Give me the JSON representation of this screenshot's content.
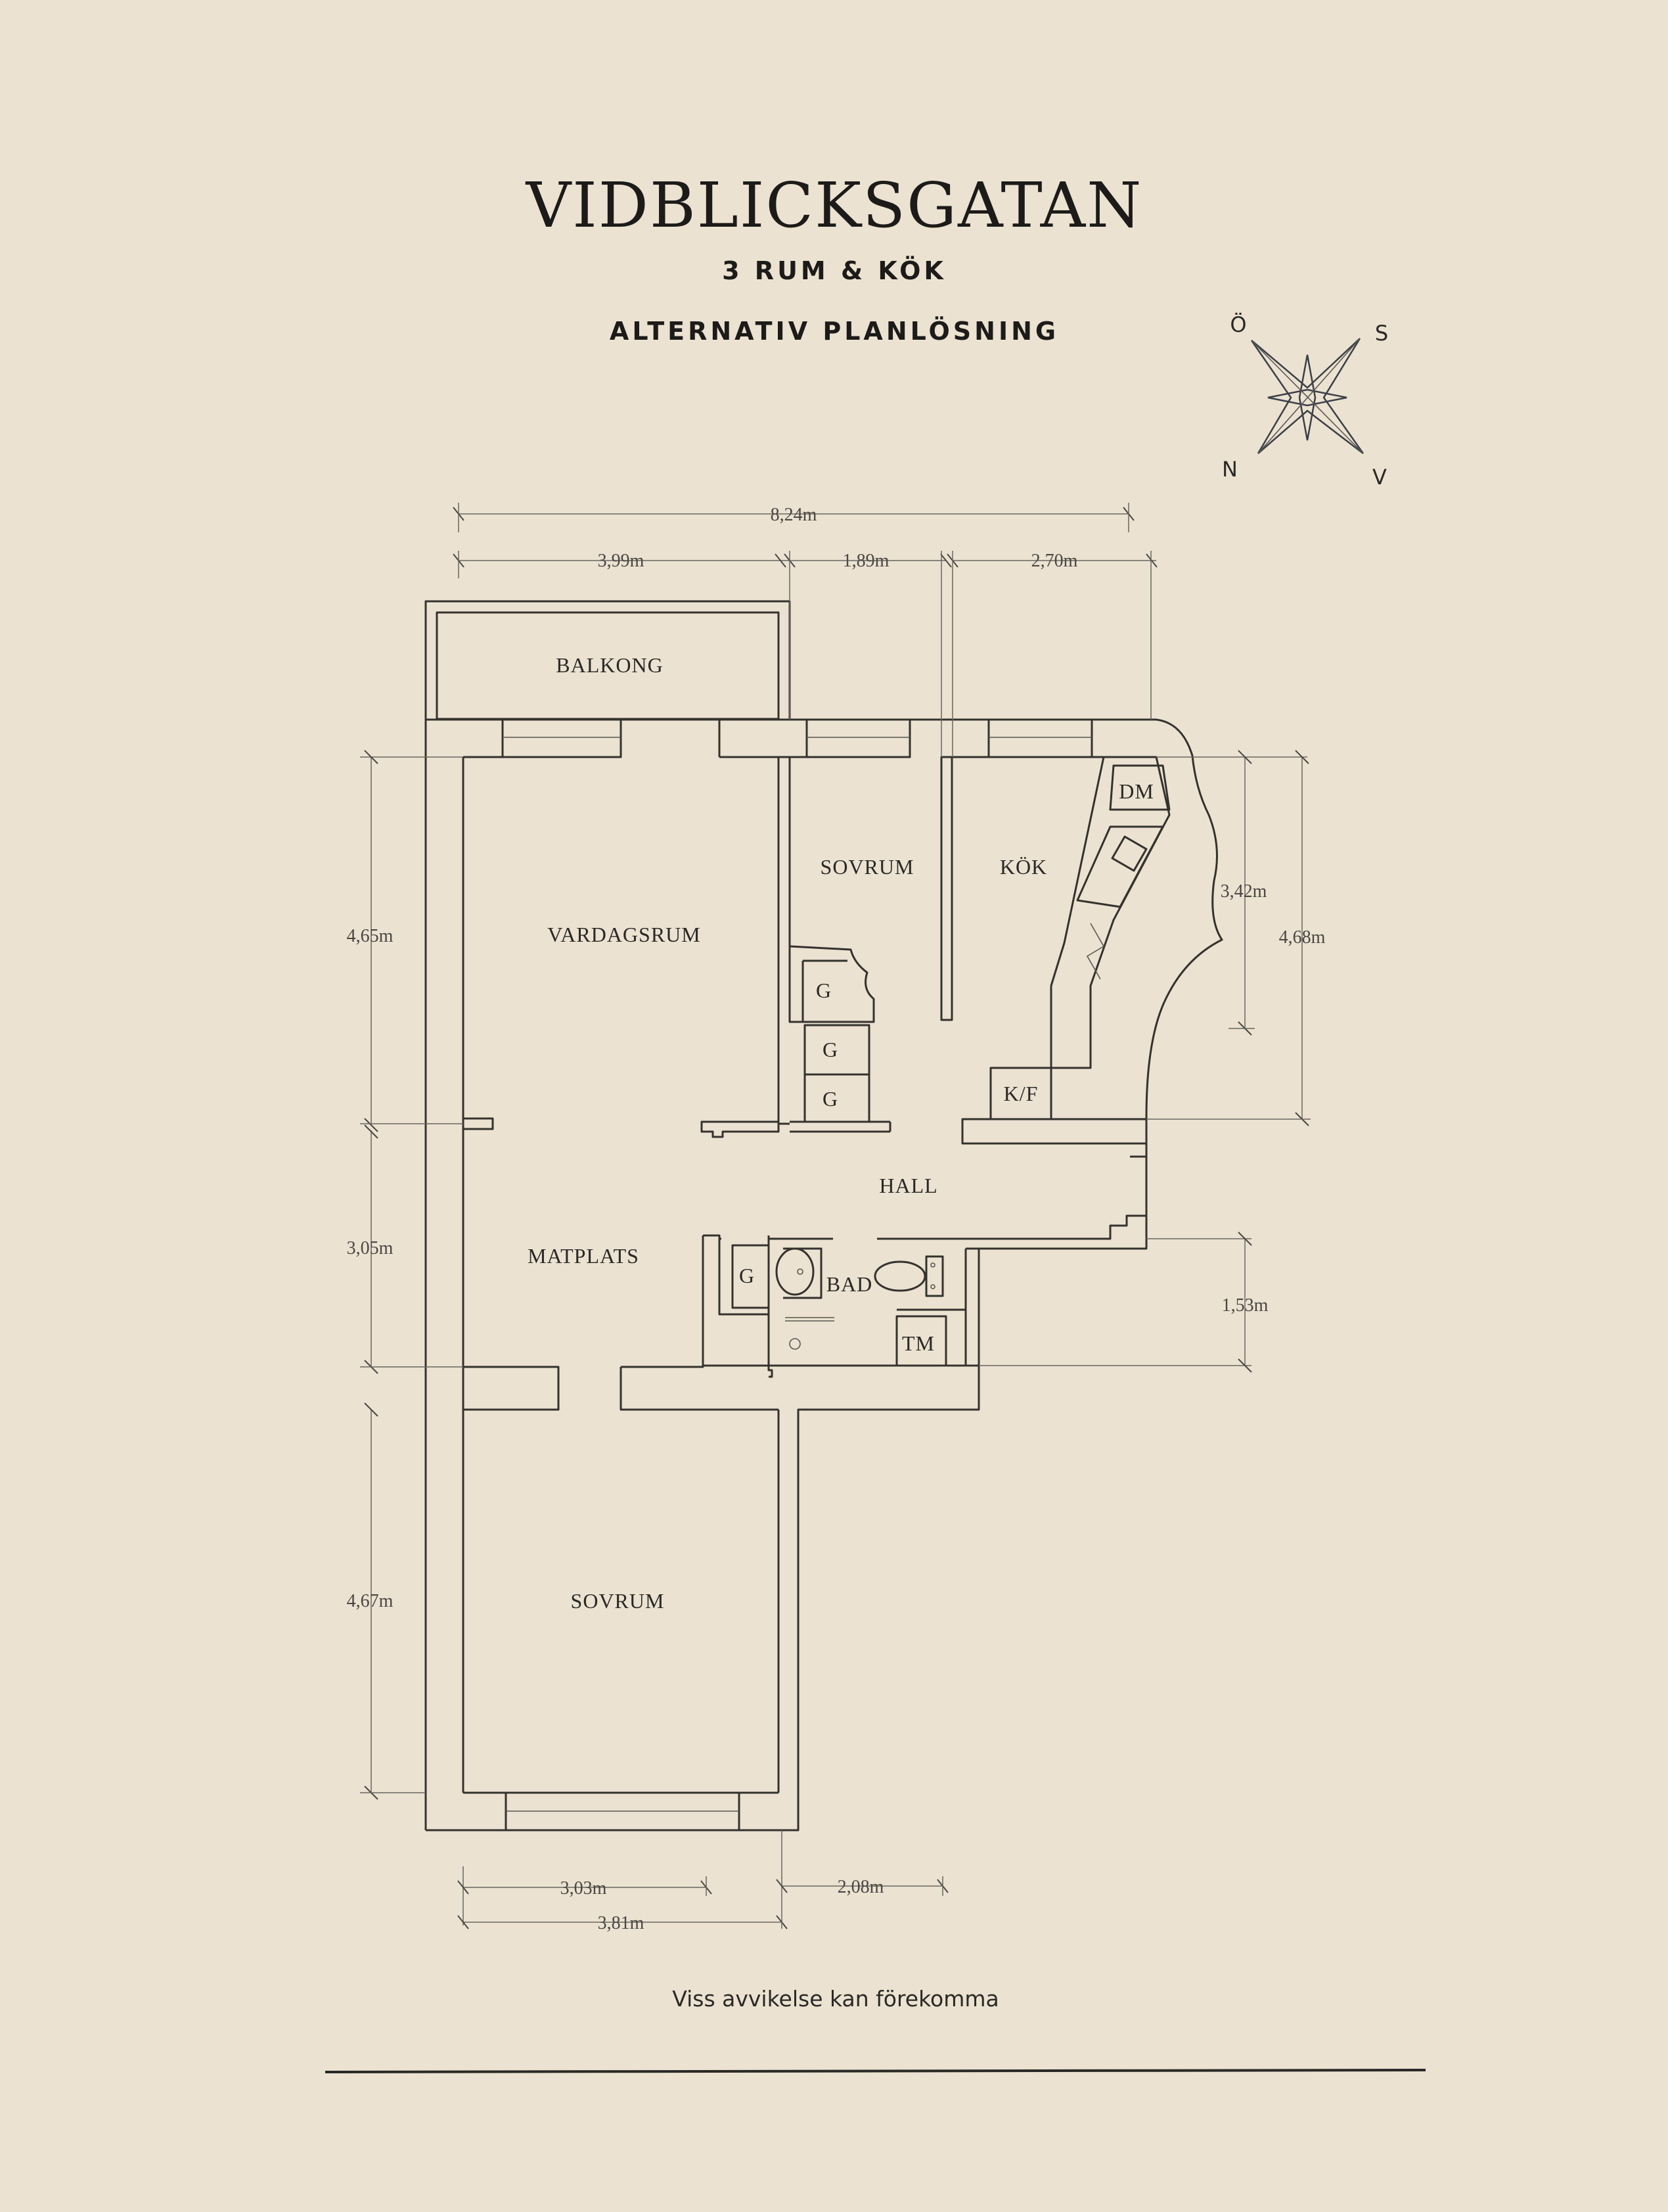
{
  "header": {
    "title": "VIDBLICKSGATAN",
    "subtitle": "3 RUM & KÖK",
    "variant": "ALTERNATIV PLANLÖSNING"
  },
  "compass": {
    "north": "N",
    "south": "S",
    "east": "Ö",
    "west": "V"
  },
  "rooms": {
    "balcony": "BALKONG",
    "living_room": "VARDAGSRUM",
    "bedroom_small": "SOVRUM",
    "kitchen": "KÖK",
    "dishwasher": "DM",
    "wardrobe": "G",
    "fridge_freezer": "K/F",
    "hall": "HALL",
    "dining": "MATPLATS",
    "bathroom": "BAD",
    "washing_machine": "TM",
    "bedroom_large": "SOVRUM"
  },
  "dimensions": {
    "total_width": "8,24m",
    "top_left": "3,99m",
    "top_middle": "1,89m",
    "top_right": "2,70m",
    "left_upper": "4,65m",
    "left_middle": "3,05m",
    "left_lower": "4,67m",
    "right_kitchen_inner": "3,42m",
    "right_kitchen_outer": "4,68m",
    "right_bathroom": "1,53m",
    "bottom_inner": "3,03m",
    "bottom_outer": "3,81m",
    "bottom_right": "2,08m"
  },
  "footer": {
    "disclaimer": "Viss avvikelse kan förekomma"
  }
}
